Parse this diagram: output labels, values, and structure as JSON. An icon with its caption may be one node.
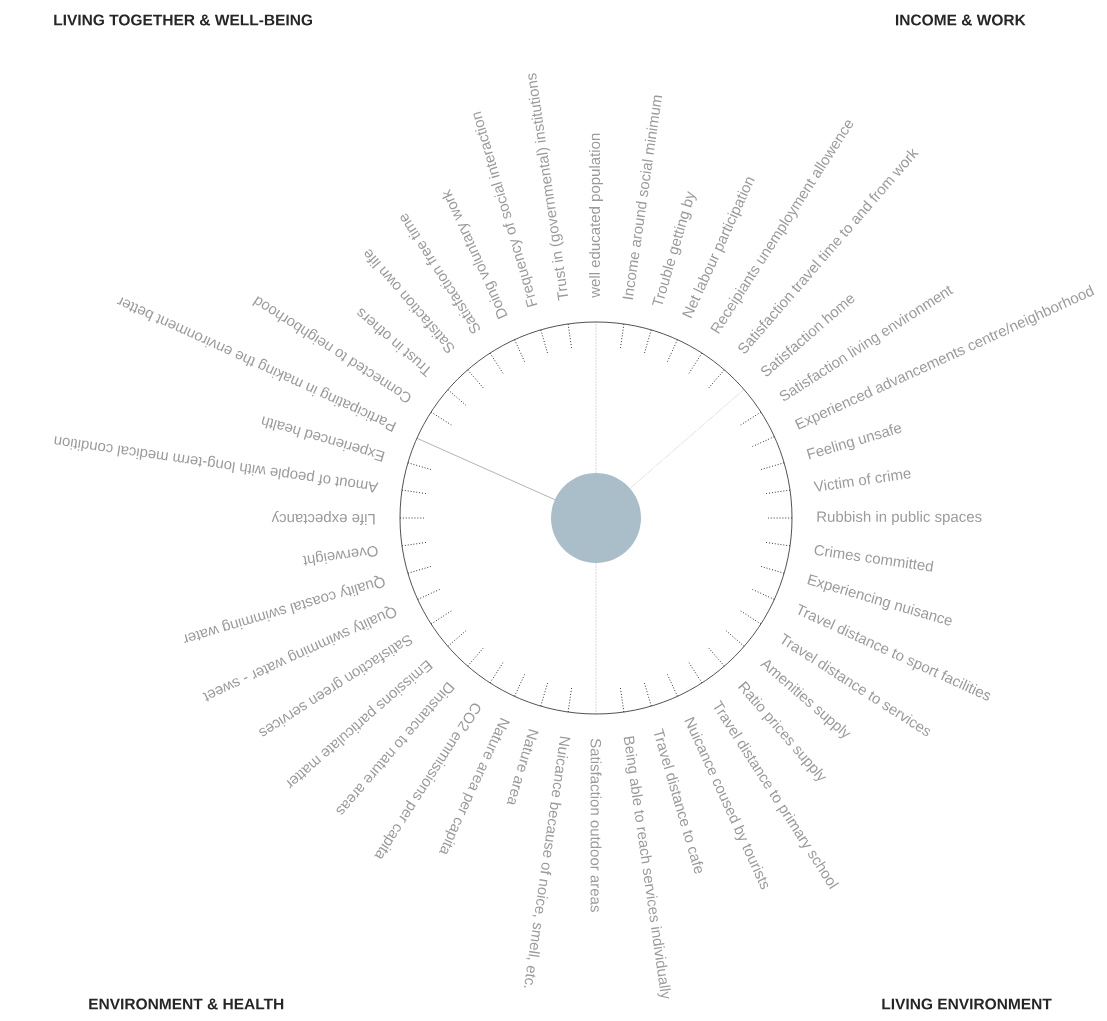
{
  "diagram": {
    "nodes": [
      {
        "text": [],
        "shape": "circle"
      },
      {
        "text": [],
        "shape": "circle",
        "in": 0
      }
    ],
    "labels": [
      "LIVING TOGETHER & WELL-BEING",
      "INCOME & WORK",
      "ENVIRONMENT & HEALTH",
      "LIVING ENVIRONMENT",
      "well educated population",
      "Income around social minimum",
      "Trouble getting by",
      "Net labour participation",
      "Receipiants unemployment allowence",
      "Satisfaction travel time to and from work",
      "Satisfaction home",
      "Satisfaction living environment",
      "Experienced advancements centre/neighborhood",
      "Feeling unsafe",
      "Victim of crime",
      "Rubbish in public spaces",
      "Crimes committed",
      "Experiencing nuisance",
      "Travel distance to sport facilities",
      "Travel distance to services",
      "Amenities supply",
      "Ratio prices supply",
      "Travel distance to primary school",
      "Nuicance coused by tourists",
      "Travel distance to cafe",
      "Being able to reach services individually",
      "Satisfaction outdoor areas",
      "Nuicance because of noice, smell, etc.",
      "Nature area",
      "Nature area per capita",
      "CO2 emmissions per capita",
      "Dinstance to nature areas",
      "Emissions particulate matter",
      "Satisfaction green services",
      "Quality swimming water - sweet",
      "Quality coastal swimming water",
      "Overweight",
      "Life expectancy",
      "Amout of people with long-term medical condition",
      "Experienced health",
      "Participating in making the environment better",
      "Connected to neighborhood",
      "Trust in others",
      "Satisfaction own life",
      "Satisfaction free time",
      "Doing voluntary work",
      "Frequency of social interaction",
      "Trust in (governmental) institutions"
    ]
  }
}
